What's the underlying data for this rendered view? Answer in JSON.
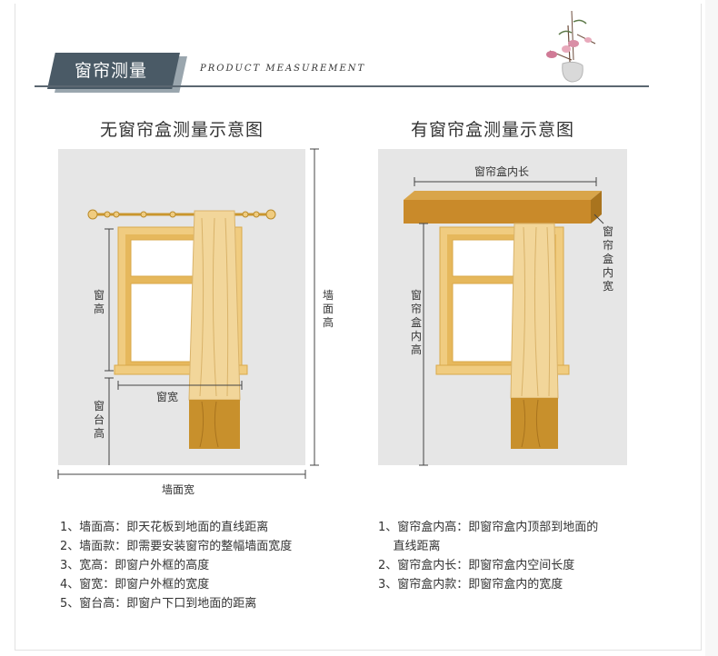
{
  "header": {
    "title": "窗帘测量",
    "subtitle": "PRODUCT MEASUREMENT"
  },
  "left_diagram": {
    "title": "无窗帘盒测量示意图",
    "labels": {
      "window_height": "窗高",
      "window_width": "窗宽",
      "sill_height": "窗台高",
      "wall_height": "墙面高",
      "wall_width": "墙面宽"
    }
  },
  "right_diagram": {
    "title": "有窗帘盒测量示意图",
    "labels": {
      "box_length": "窗帘盒内长",
      "box_width": "窗帘盒内宽",
      "box_height": "窗帘盒内高"
    }
  },
  "left_notes": [
    "1、墙面高：即天花板到地面的直线距离",
    "2、墙面款：即需要安装窗帘的整幅墙面宽度",
    "3、宽高：即窗户外框的高度",
    "4、窗宽：即窗户外框的宽度",
    "5、窗台高：即窗户下口到地面的距离"
  ],
  "right_notes": [
    "1、窗帘盒内高：即窗帘盒内顶部到地面的",
    "    直线距离",
    "2、窗帘盒内长：即窗帘盒内空间长度",
    "3、窗帘盒内款：即窗帘盒内的宽度"
  ],
  "colors": {
    "wall": "#e6e6e6",
    "frame": "#e6b85c",
    "curtain": "#f2d69a",
    "curtain_hem": "#c8902c",
    "box": "#c98a2a",
    "accent": "#4a5a66"
  }
}
